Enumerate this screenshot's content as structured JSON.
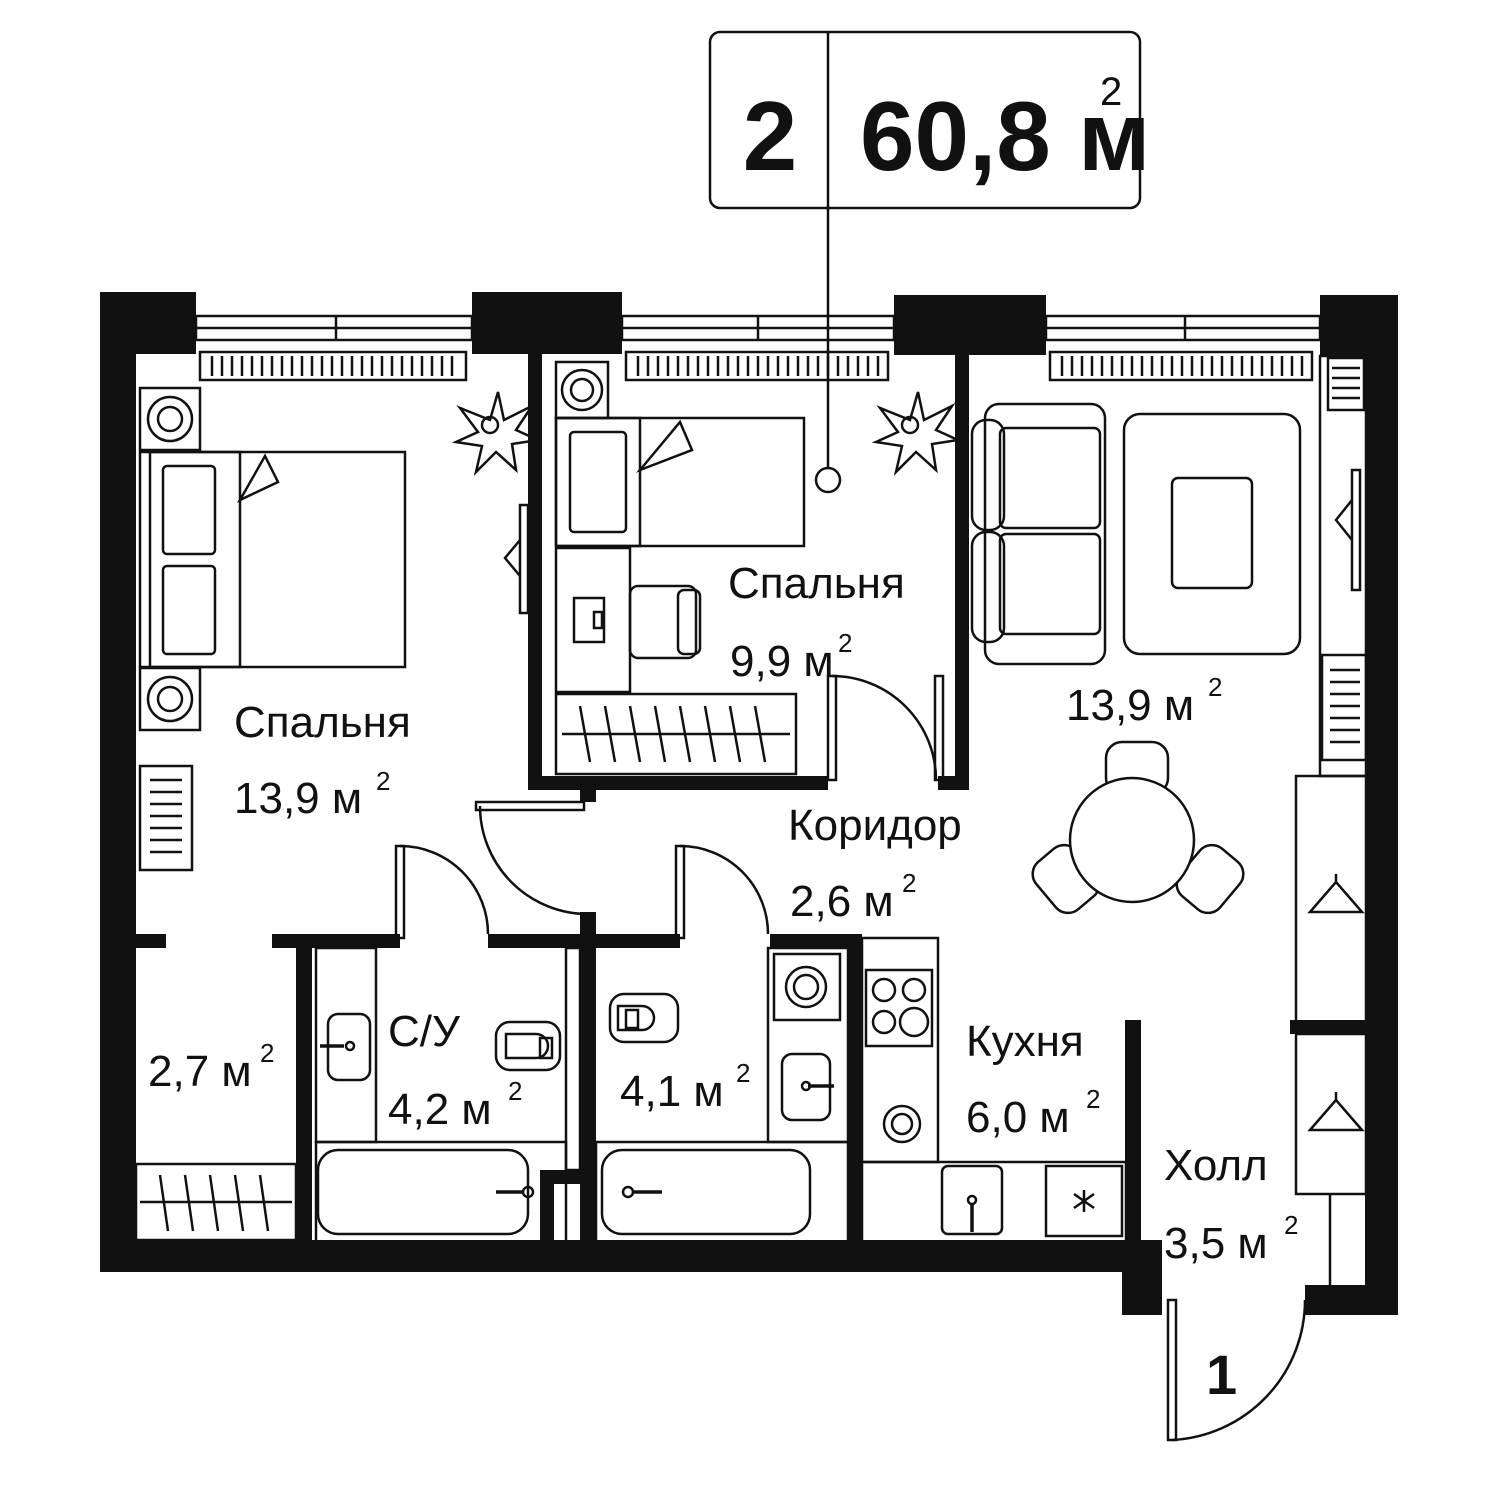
{
  "header": {
    "rooms_count": "2",
    "total_area": "60,8 м",
    "total_area_sup": "2"
  },
  "rooms": {
    "bedroom_large": {
      "name": "Спальня",
      "area": "13,9 м",
      "sup": "2"
    },
    "bedroom_small": {
      "name": "Спальня",
      "area": "9,9 м",
      "sup": "2"
    },
    "living": {
      "area": "13,9 м",
      "sup": "2"
    },
    "corridor": {
      "name": "Коридор",
      "area": "2,6 м",
      "sup": "2"
    },
    "storage": {
      "area": "2,7 м",
      "sup": "2"
    },
    "bathroom_1": {
      "name": "С/У",
      "area": "4,2 м",
      "sup": "2"
    },
    "bathroom_2": {
      "area": "4,1 м",
      "sup": "2"
    },
    "kitchen": {
      "name": "Кухня",
      "area": "6,0 м",
      "sup": "2"
    },
    "hall": {
      "name": "Холл",
      "area": "3,5 м",
      "sup": "2"
    }
  },
  "entrance": {
    "label": "1"
  },
  "icons": [
    "bed-icon",
    "plant-icon",
    "sofa-icon",
    "table-icon",
    "hanger-icon",
    "bathtub-icon",
    "toilet-icon",
    "sink-icon",
    "stove-icon",
    "washer-icon",
    "radiator-icon",
    "door-icon"
  ]
}
